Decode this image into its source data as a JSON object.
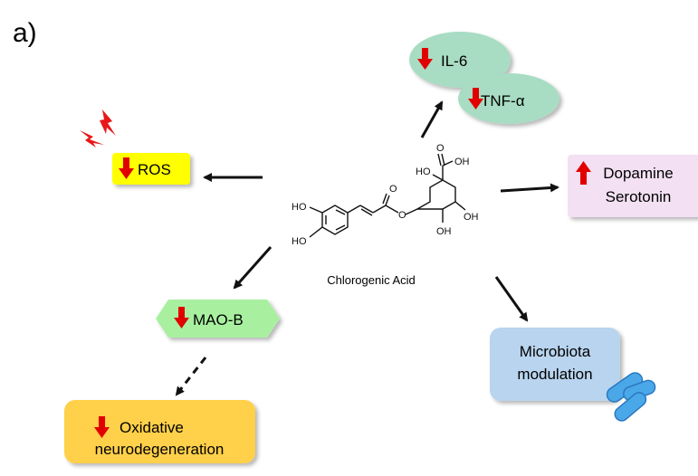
{
  "panel_label": "a)",
  "center": {
    "caption": "Chlorogenic Acid",
    "atoms": {
      "ho_a": "HO",
      "ho_b": "HO",
      "carbonyl_o": "O",
      "ester_o": "O",
      "acid_o": "O",
      "acid_oh": "OH",
      "ring_ho": "HO",
      "ring_oh_right": "OH",
      "ring_oh_bottom": "OH"
    }
  },
  "nodes": {
    "ros": {
      "label": "ROS",
      "direction": "down",
      "fill": "#ffff00"
    },
    "il6": {
      "label": "IL-6",
      "direction": "down",
      "fill": "#a8dcc3"
    },
    "tnf": {
      "label": "TNF-α",
      "direction": "down",
      "fill": "#a8dcc3"
    },
    "dopamine": {
      "line1": "Dopamine",
      "line2": "Serotonin",
      "direction": "up",
      "fill": "#f3e0f3"
    },
    "maob": {
      "label": "MAO-B",
      "direction": "down",
      "fill": "#a8f0a0"
    },
    "oxidative": {
      "line1": "Oxidative",
      "line2": "neurodegeneration",
      "direction": "down",
      "fill": "#ffd04a"
    },
    "microbiota": {
      "line1": "Microbiota",
      "line2": "modulation",
      "fill": "#b8d4ee"
    }
  },
  "colors": {
    "arrow_down": "#e00000",
    "arrow_up": "#e00000",
    "lightning": "#e81818",
    "bacteria": "#4aa8e8",
    "edge": "#111111"
  },
  "icons": [
    "lightning-icon",
    "bacteria-icon",
    "red-down-arrow-icon",
    "red-up-arrow-icon"
  ]
}
